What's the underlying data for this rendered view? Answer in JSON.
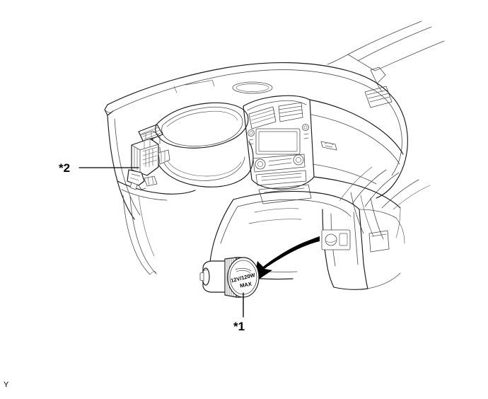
{
  "figure": {
    "type": "technical-line-illustration",
    "subject": "vehicle instrument panel with power outlet socket",
    "background_color": "#ffffff",
    "line_color": "#1a1a1a",
    "thin_line_color": "#4a4a4a",
    "arrow_color": "#000000"
  },
  "callouts": [
    {
      "id": "1",
      "label": "*1",
      "refers_to": "power-outlet-socket",
      "leader": "vertical-line-up"
    },
    {
      "id": "2",
      "label": "*2",
      "refers_to": "junction-block-relay-box",
      "leader": "horizontal-line-right"
    }
  ],
  "socket": {
    "face_text_line1": "12V/120W",
    "face_text_line2": "MAX"
  },
  "corner_mark": {
    "text": "Y"
  }
}
